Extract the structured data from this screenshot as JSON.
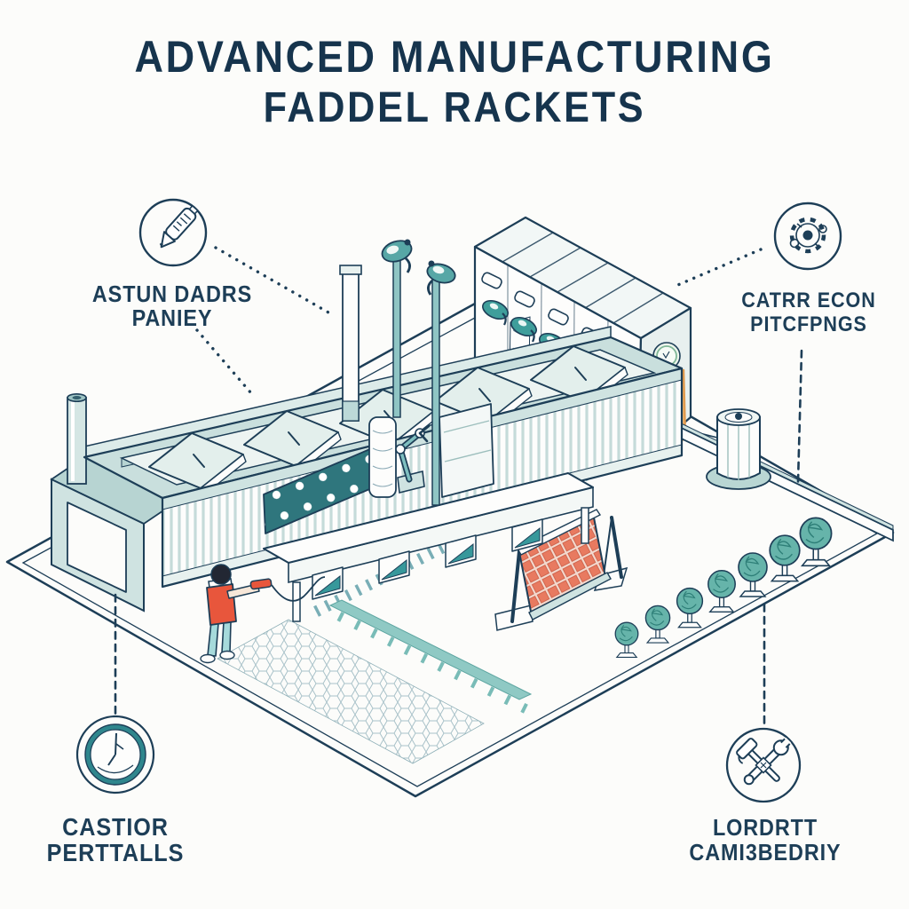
{
  "title": {
    "line1": "ADVANCED MANUFACTURING",
    "line2": "FADDEL RACKETS"
  },
  "callouts": {
    "top_left": {
      "line1": "ASTUN DADRS",
      "line2": "PANIEY",
      "icon": "engraving-pen-icon"
    },
    "top_right": {
      "line1": "CATRR ECON",
      "line2": "PITCFPNGS",
      "icon": "gear-mechanism-icon"
    },
    "bottom_left": {
      "line1": "CASTIOR",
      "line2": "PERTTALLS",
      "icon": "clock-gauge-icon"
    },
    "bottom_right": {
      "line1": "LORDRTT",
      "line2": "CAMI3BEDRIY",
      "icon": "crossed-tools-icon"
    }
  },
  "colors": {
    "background": "#fcfcfa",
    "ink": "#1d3e57",
    "title_navy": "#16344d",
    "teal_dark": "#2f767d",
    "teal": "#5aa7a4",
    "teal_light": "#cfe3e1",
    "teal_pale": "#eaf3f1",
    "orange_panel": "#f8be75",
    "red_orange": "#e8563c",
    "grid_red": "#e87a60",
    "tree_green": "#66b4aa"
  }
}
